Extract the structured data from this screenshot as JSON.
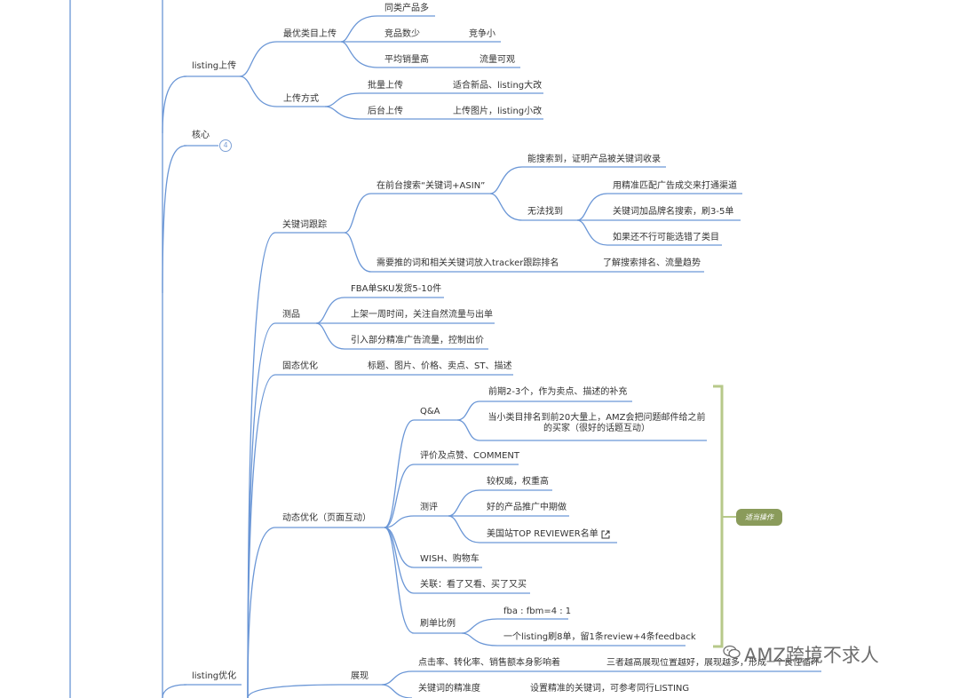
{
  "colors": {
    "line": "#6a96d6",
    "bracket": "#b7c98a",
    "tag": "#8a9b5b"
  },
  "nodes": {
    "listing_upload": "listing上传",
    "best_category": "最优类目上传",
    "similar_many": "同类产品多",
    "competitors_few": "竞品数少",
    "competition_small": "竞争小",
    "avg_sales_high": "平均销量高",
    "traffic_good": "流量可观",
    "upload_method": "上传方式",
    "bulk_upload": "批量上传",
    "bulk_use": "适合新品、listing大改",
    "backend_upload": "后台上传",
    "backend_use": "上传图片，listing小改",
    "core": "核心",
    "core_badge": "4",
    "kw_tracking": "关键词跟踪",
    "search_front": "在前台搜索“关键词+ASIN”",
    "found": "能搜索到，证明产品被关键词收录",
    "not_found": "无法找到",
    "nf1": "用精准匹配广告成交来打通渠道",
    "nf2": "关键词加品牌名搜索，刷3-5单",
    "nf3": "如果还不行可能选错了类目",
    "tracker": "需要推的词和相关关键词放入tracker跟踪排名",
    "tracker_result": "了解搜索排名、流量趋势",
    "test_product": "测品",
    "test1": "FBA单SKU发货5-10件",
    "test2": "上架一周时间，关注自然流量与出单",
    "test3": "引入部分精准广告流量，控制出价",
    "static_opt": "固态优化",
    "static_items": "标题、图片、价格、卖点、ST、描述",
    "dynamic_opt": "动态优化（页面互动）",
    "qa": "Q&A",
    "qa1": "前期2-3个，作为卖点、描述的补充",
    "qa2_line1": "当小类目排名到前20大量上，AMZ会把问题邮件给之前",
    "qa2_line2": "的买家（很好的话题互动）",
    "review_like": "评价及点赞、COMMENT",
    "eval": "测评",
    "eval1": "较权威，权重高",
    "eval2": "好的产品推广中期做",
    "eval3": "美国站TOP REVIEWER名单",
    "wish": "WISH、购物车",
    "related": "关联：看了又看、买了又买",
    "brush_ratio": "刷单比例",
    "br1": "fba : fbm=4 : 1",
    "br2": "一个listing刷8单，留1条review+4条feedback",
    "proper_op": "适当操作",
    "listing_opt": "listing优化",
    "display": "展现",
    "ctr": "点击率、转化率、销售额本身影响着",
    "ctr_result": "三者越高展现位置越好，展现越多，形成一个良性循环",
    "kw_precision": "关键词的精准度",
    "kw_precision_result": "设置精准的关键词，可参考同行LISTING"
  },
  "watermark": "AMZ跨境不求人"
}
